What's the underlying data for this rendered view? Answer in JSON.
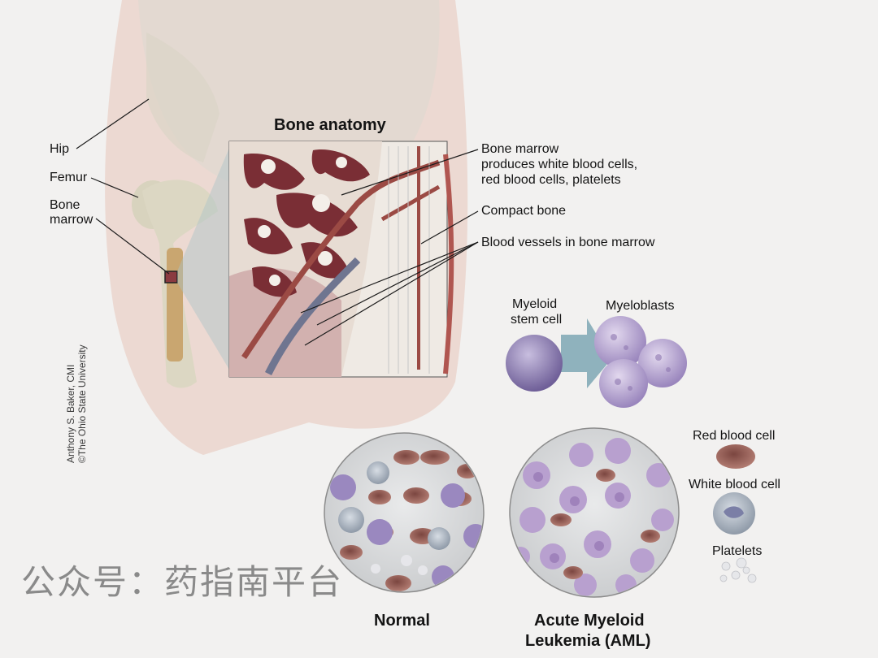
{
  "diagram": {
    "title": "Bone anatomy",
    "left_labels": {
      "hip": "Hip",
      "femur": "Femur",
      "bone_marrow_line1": "Bone",
      "bone_marrow_line2": "marrow"
    },
    "callouts": {
      "bone_marrow_line1": "Bone marrow",
      "bone_marrow_line2": "produces white blood cells,",
      "bone_marrow_line3": "red blood cells, platelets",
      "compact_bone": "Compact bone",
      "blood_vessels": "Blood vessels in bone marrow"
    },
    "stem_cells": {
      "myeloid_line1": "Myeloid",
      "myeloid_line2": "stem cell",
      "myeloblasts": "Myeloblasts"
    },
    "legend": {
      "red_blood_cell": "Red blood cell",
      "white_blood_cell": "White blood cell",
      "platelets": "Platelets"
    },
    "comparison": {
      "normal": "Normal",
      "aml_line1": "Acute Myeloid",
      "aml_line2": "Leukemia (AML)"
    },
    "credit": {
      "line1": "Anthony S. Baker, CMI",
      "line2": "©The Ohio State University"
    },
    "watermark": "公众号：药指南平台"
  },
  "colors": {
    "background": "#f2f1f0",
    "skin": "#e8cdc3",
    "bone": "#dcd8c4",
    "marrow_dark": "#7a2e35",
    "vessel_red": "#9b4a44",
    "vessel_blue": "#6f7590",
    "cell_purple": "#9a8bb8",
    "rbc": "#b9786f"
  }
}
